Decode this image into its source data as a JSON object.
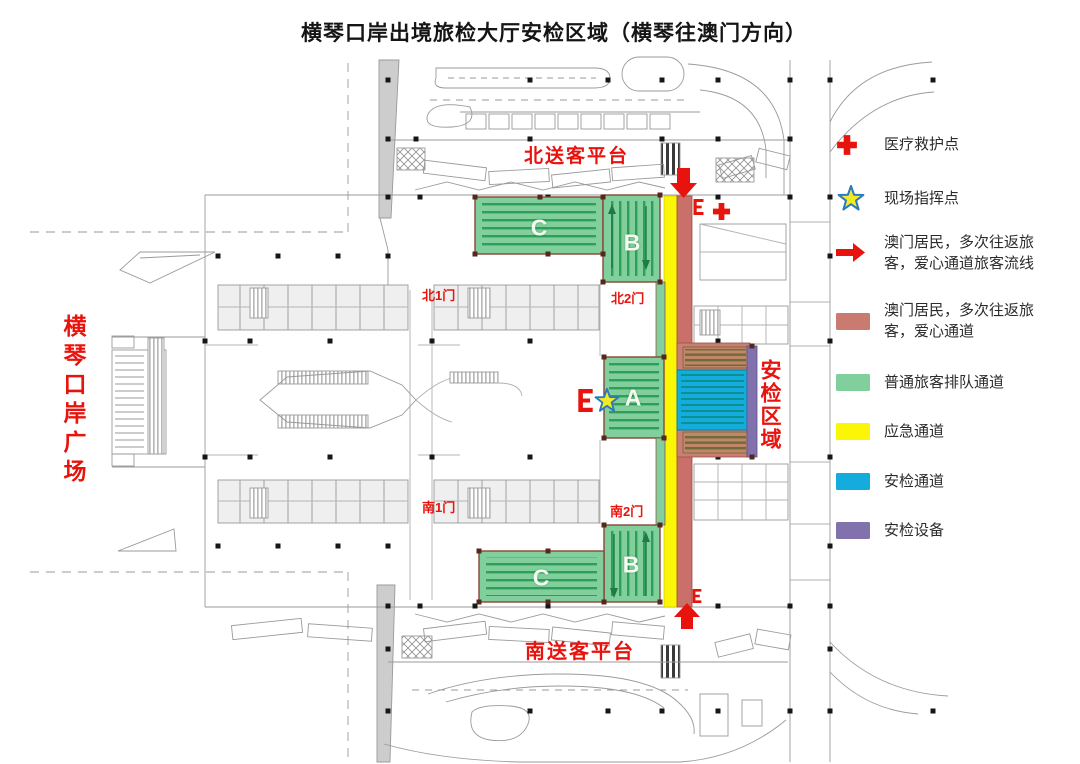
{
  "title": "横琴口岸出境旅检大厅安检区域（横琴往澳门方向）",
  "map": {
    "plaza_label": "横琴口岸广场",
    "security_area_label": "安检区域",
    "north_platform_label": "北送客平台",
    "south_platform_label": "南送客平台",
    "gates": {
      "north1": "北1门",
      "north2": "北2门",
      "south1": "南1门",
      "south2": "南2门"
    },
    "zone_letters": {
      "a": "A",
      "b_north": "B",
      "b_south": "B",
      "c_north": "C",
      "c_south": "C"
    }
  },
  "legend": {
    "items": [
      {
        "icon": "medical-cross-icon",
        "label": "医疗救护点"
      },
      {
        "icon": "command-star-icon",
        "label": "现场指挥点"
      },
      {
        "icon": "flow-arrow-icon",
        "label": "澳门居民，多次往返旅客，爱心通道旅客流线"
      },
      {
        "icon": "color-swatch",
        "label": "澳门居民，多次往返旅客，爱心通道",
        "color": "#c97b72"
      },
      {
        "icon": "color-swatch",
        "label": "普通旅客排队通道",
        "color": "#82cf9e"
      },
      {
        "icon": "color-swatch",
        "label": "应急通道",
        "color": "#fbf606"
      },
      {
        "icon": "color-swatch",
        "label": "安检通道",
        "color": "#14abdd"
      },
      {
        "icon": "color-swatch",
        "label": "安检设备",
        "color": "#8172ad"
      }
    ]
  },
  "colors": {
    "label_red": "#e8130d",
    "queue_green": "#82cf9e",
    "green_stripe": "#2f9e57",
    "emergency_yellow": "#fbf606",
    "security_blue": "#14abdd",
    "equipment_purple": "#8172ad",
    "care_channel_salmon": "#c97b72",
    "zone_border_maroon": "#8a4436"
  }
}
